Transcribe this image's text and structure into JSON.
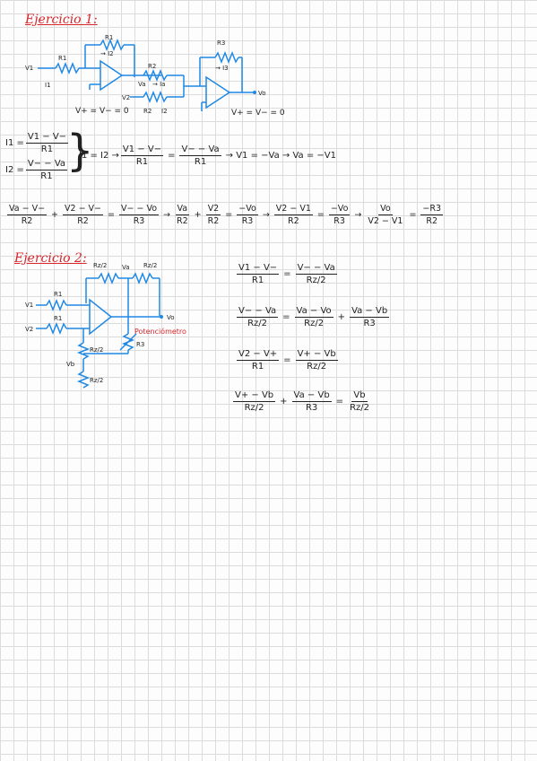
{
  "exercise1": {
    "title": "Ejercicio 1:",
    "circuit": {
      "r1_top": "R1",
      "i2": "→ I2",
      "r1_in": "R1",
      "v1": "V1",
      "i1": "I1",
      "va": "Va",
      "ia": "→ Ia",
      "r2": "R2",
      "v2": "V2",
      "r2_bottom": "R2",
      "i2_bottom": "I2",
      "r3": "R3",
      "i3": "→ I3",
      "vo": "Vo",
      "cond1": "V+ = V− = 0",
      "cond2": "V+ = V− = 0"
    },
    "eq_i1": {
      "lhs": "I1 =",
      "num": "V1 − V−",
      "den": "R1"
    },
    "eq_i2": {
      "lhs": "I2 =",
      "num": "V− − Va",
      "den": "R1"
    },
    "eq_chain": {
      "s1": "I1 = I2 →",
      "f1_num": "V1 − V−",
      "f1_den": "R1",
      "eq": "=",
      "f2_num": "V− − Va",
      "f2_den": "R1",
      "s2": "→  V1 = −Va  →  Va = −V1"
    },
    "eq_long": {
      "a_num": "Va − V−",
      "a_den": "R2",
      "plus1": "+",
      "b_num": "V2 − V−",
      "b_den": "R2",
      "eq1": "=",
      "c_num": "V− − Vo",
      "c_den": "R3",
      "arr1": "→",
      "d_num": "Va",
      "d_den": "R2",
      "plus2": "+",
      "e_num": "V2",
      "e_den": "R2",
      "eq2": "=",
      "f_num": "−Vo",
      "f_den": "R3",
      "arr2": "→",
      "g_num": "V2 − V1",
      "g_den": "R2",
      "eq3": "=",
      "h_num": "−Vo",
      "h_den": "R3",
      "arr3": "→",
      "i_num": "Vo",
      "i_den": "V2 − V1",
      "eq4": "=",
      "j_num": "−R3",
      "j_den": "R2"
    }
  },
  "exercise2": {
    "title": "Ejercicio 2:",
    "circuit": {
      "rz2a": "Rz/2",
      "va": "Va",
      "rz2b": "Rz/2",
      "v1": "V1",
      "r1a": "R1",
      "v2": "V2",
      "r1b": "R1",
      "vo": "Vo",
      "pot": "Potenciómetro",
      "r3": "R3",
      "rz2c": "Rz/2",
      "vb": "Vb",
      "rz2d": "Rz/2"
    },
    "eqs": [
      {
        "a_num": "V1 − V−",
        "a_den": "R1",
        "op1": "=",
        "b_num": "V− − Va",
        "b_den": "Rz/2"
      },
      {
        "a_num": "V− − Va",
        "a_den": "Rz/2",
        "op1": "=",
        "b_num": "Va − Vo",
        "b_den": "Rz/2",
        "op2": "+",
        "c_num": "Va − Vb",
        "c_den": "R3"
      },
      {
        "a_num": "V2 − V+",
        "a_den": "R1",
        "op1": "=",
        "b_num": "V+ − Vb",
        "b_den": "Rz/2"
      },
      {
        "a_num": "V+ − Vb",
        "a_den": "Rz/2",
        "op1": "+",
        "b_num": "Va − Vb",
        "b_den": "R3",
        "op2": "=",
        "c_num": "Vb",
        "c_den": "Rz/2"
      }
    ]
  },
  "colors": {
    "circuit": "#1e88e5",
    "title": "#d8262b",
    "ink": "#222222"
  }
}
